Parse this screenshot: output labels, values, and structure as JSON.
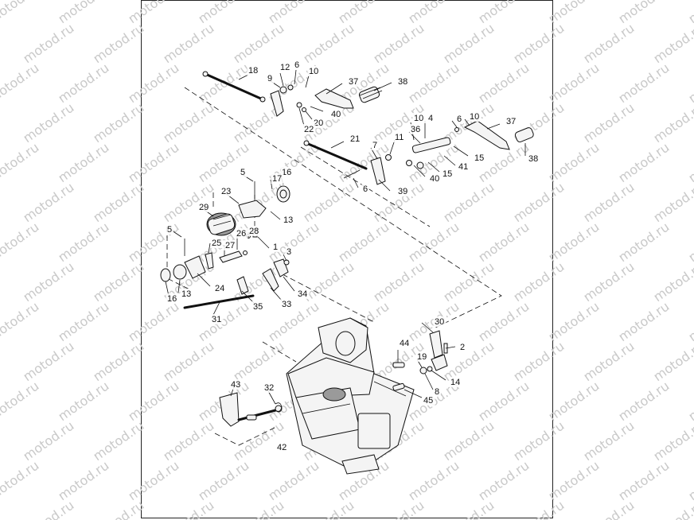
{
  "watermark": "motod.ru",
  "callouts": [
    {
      "id": "c1",
      "text": "1"
    },
    {
      "id": "c2",
      "text": "2"
    },
    {
      "id": "c3",
      "text": "3"
    },
    {
      "id": "c4",
      "text": "4"
    },
    {
      "id": "c5a",
      "text": "5"
    },
    {
      "id": "c5b",
      "text": "5"
    },
    {
      "id": "c6a",
      "text": "6"
    },
    {
      "id": "c6b",
      "text": "6"
    },
    {
      "id": "c6c",
      "text": "6"
    },
    {
      "id": "c7",
      "text": "7"
    },
    {
      "id": "c8",
      "text": "8"
    },
    {
      "id": "c9",
      "text": "9"
    },
    {
      "id": "c10a",
      "text": "10"
    },
    {
      "id": "c10b",
      "text": "10"
    },
    {
      "id": "c10c",
      "text": "10"
    },
    {
      "id": "c11",
      "text": "11"
    },
    {
      "id": "c12",
      "text": "12"
    },
    {
      "id": "c13a",
      "text": "13"
    },
    {
      "id": "c13b",
      "text": "13"
    },
    {
      "id": "c14",
      "text": "14"
    },
    {
      "id": "c15a",
      "text": "15"
    },
    {
      "id": "c15b",
      "text": "15"
    },
    {
      "id": "c16a",
      "text": "16"
    },
    {
      "id": "c16b",
      "text": "16"
    },
    {
      "id": "c17",
      "text": "17"
    },
    {
      "id": "c18",
      "text": "18"
    },
    {
      "id": "c19",
      "text": "19"
    },
    {
      "id": "c20",
      "text": "20"
    },
    {
      "id": "c21",
      "text": "21"
    },
    {
      "id": "c22",
      "text": "22"
    },
    {
      "id": "c23",
      "text": "23"
    },
    {
      "id": "c24",
      "text": "24"
    },
    {
      "id": "c25",
      "text": "25"
    },
    {
      "id": "c26",
      "text": "26"
    },
    {
      "id": "c27",
      "text": "27"
    },
    {
      "id": "c28",
      "text": "28"
    },
    {
      "id": "c29",
      "text": "29"
    },
    {
      "id": "c30",
      "text": "30"
    },
    {
      "id": "c31",
      "text": "31"
    },
    {
      "id": "c32",
      "text": "32"
    },
    {
      "id": "c33",
      "text": "33"
    },
    {
      "id": "c34",
      "text": "34"
    },
    {
      "id": "c35",
      "text": "35"
    },
    {
      "id": "c36",
      "text": "36"
    },
    {
      "id": "c37a",
      "text": "37"
    },
    {
      "id": "c37b",
      "text": "37"
    },
    {
      "id": "c38a",
      "text": "38"
    },
    {
      "id": "c38b",
      "text": "38"
    },
    {
      "id": "c39",
      "text": "39"
    },
    {
      "id": "c40a",
      "text": "40"
    },
    {
      "id": "c40b",
      "text": "40"
    },
    {
      "id": "c41",
      "text": "41"
    },
    {
      "id": "c42",
      "text": "42"
    },
    {
      "id": "c43",
      "text": "43"
    },
    {
      "id": "c44",
      "text": "44"
    },
    {
      "id": "c45",
      "text": "45"
    }
  ]
}
